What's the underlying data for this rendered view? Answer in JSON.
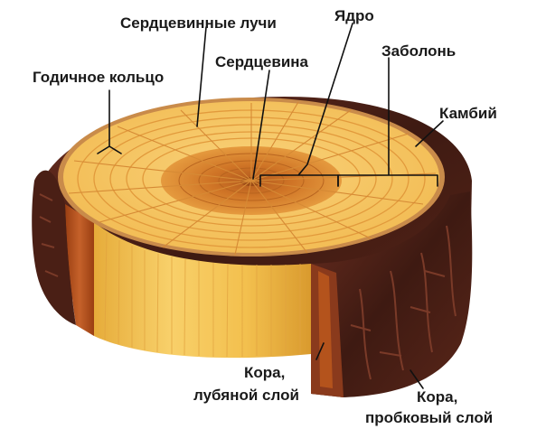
{
  "labels": {
    "rays": "Сердцевинные лучи",
    "core": "Ядро",
    "pith": "Сердцевина",
    "sapwood": "Заболонь",
    "ring": "Годичное кольцо",
    "cambium": "Камбий",
    "phloem_line1": "Кора,",
    "phloem_line2": "лубяной слой",
    "cork_line1": "Кора,",
    "cork_line2": "пробковый слой"
  },
  "colors": {
    "bark_dark": "#3e1a12",
    "bark_mid": "#6b2e20",
    "bark_light": "#8a4a34",
    "inner_bark": "#b4531c",
    "sapwood": "#f7cc6e",
    "wood_side": "#f4c552",
    "heartwood": "#d9802a",
    "heartwood_center": "#b85c1e",
    "ring_line": "#e29a3c",
    "ray_line": "#d68a35",
    "cambium": "#c98b4a"
  }
}
